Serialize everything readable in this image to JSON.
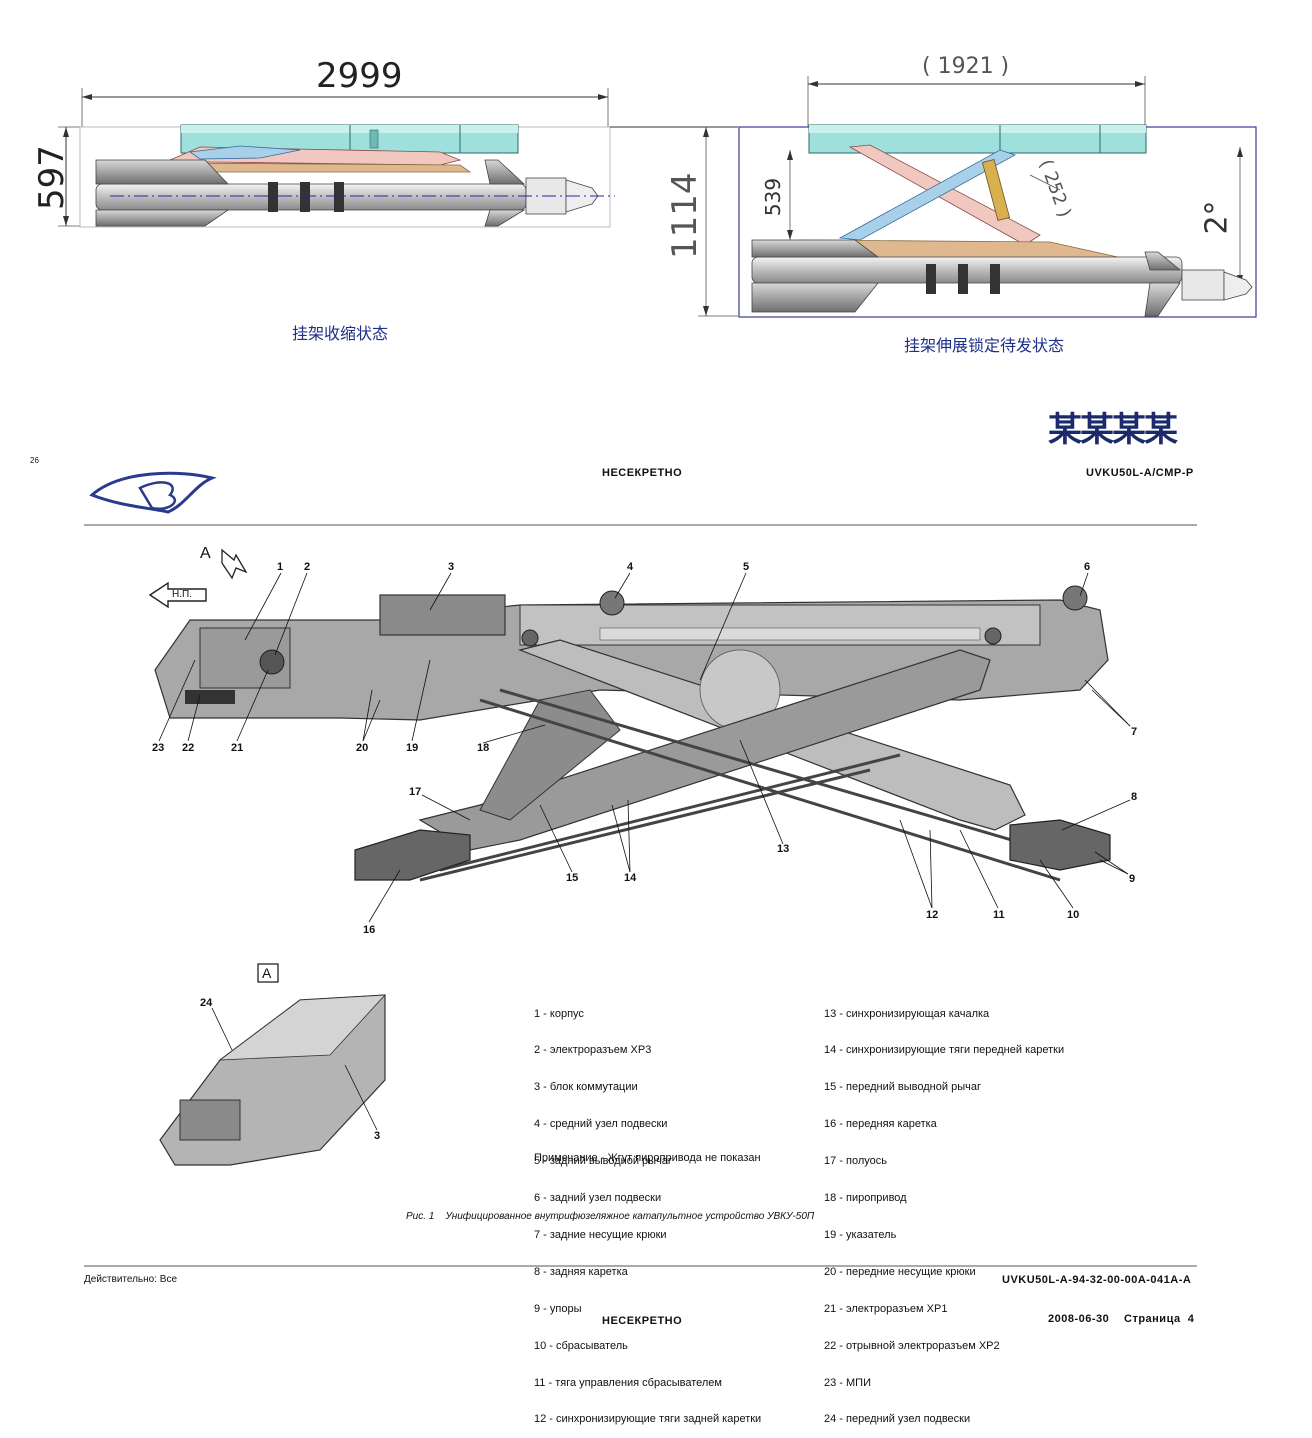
{
  "top_left": {
    "length_dim": "2999",
    "height_dim": "597",
    "caption": "挂架收缩状态"
  },
  "top_mid": {
    "height_dim": "1114"
  },
  "top_right": {
    "length_dim": "( 1921 )",
    "height_dim": "539",
    "stroke_dim": "( 252 )",
    "angle_dim": "2°",
    "caption": "挂架伸展锁定待发状态"
  },
  "watermark": "某某某某",
  "page_number_small": "26",
  "header": {
    "classification": "НЕСЕКРЕТНО",
    "doc_code": "UVKU50L-A/CMP-P"
  },
  "view_label": "A",
  "direction_label": "Н.П.",
  "inset_label": "A",
  "callouts": [
    "1",
    "2",
    "3",
    "4",
    "5",
    "6",
    "7",
    "8",
    "9",
    "10",
    "11",
    "12",
    "13",
    "14",
    "15",
    "16",
    "17",
    "18",
    "19",
    "20",
    "21",
    "22",
    "23",
    "24",
    "3"
  ],
  "legend_left": [
    "1 - корпус",
    "2 - электроразъем ХР3",
    "3 - блок коммутации",
    "4 - средний узел подвески",
    "5 - задний выводной рычаг",
    "6 - задний узел подвески",
    "7 - задние несущие крюки",
    "8 - задняя каретка",
    "9 - упоры",
    "10 - сбрасыватель",
    "11 - тяга управления сбрасывателем",
    "12 - синхронизирующие тяги задней каретки"
  ],
  "legend_right": [
    "13 - синхронизирующая качалка",
    "14 - синхронизирующие тяги передней каретки",
    "15 - передний выводной рычаг",
    "16 - передняя каретка",
    "17 - полуось",
    "18 - пиропривод",
    "19 - указатель",
    "20 - передние несущие крюки",
    "21 - электроразъем ХР1",
    "22 - отрывной электроразъем ХР2",
    "23 - МПИ",
    "24 - передний узел подвески"
  ],
  "note": "Примечание - Жгут пиропривода не показан",
  "figure_caption": "Рис. 1    Унифицированное внутрифюзеляжное катапультное устройство УВКУ-50П",
  "footer": {
    "applicability": "Действительно: Все",
    "dmc": "UVKU50L-A-94-32-00-00A-041A-A",
    "date": "2008-06-30",
    "page": "Страница  4",
    "classification": "НЕСЕКРЕТНО"
  },
  "colors": {
    "rack_cyan": "#9fe0dc",
    "arm_pink": "#f0c8c0",
    "arm_blue": "#a8d0e8",
    "plate_tan": "#e0b890",
    "missile_grey": "#c8c8c8",
    "caption_blue": "#1e2f8a",
    "logo_blue": "#2a3a8c"
  }
}
